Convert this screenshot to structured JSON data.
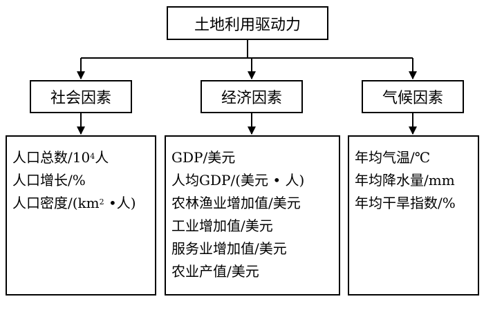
{
  "root": {
    "label": "土地利用驱动力"
  },
  "categories": [
    {
      "label": "社会因素",
      "items": [
        {
          "pre": "人口总数/10",
          "sup": "4",
          "post": "人"
        },
        {
          "pre": "人口增长/%",
          "sup": "",
          "post": ""
        },
        {
          "pre": "人口密度/(km",
          "sup": "2",
          "post": " •人)"
        }
      ]
    },
    {
      "label": "经济因素",
      "items": [
        {
          "pre": "GDP/美元",
          "sup": "",
          "post": ""
        },
        {
          "pre": "人均GDP/(美元 • 人)",
          "sup": "",
          "post": ""
        },
        {
          "pre": "农林渔业增加值/美元",
          "sup": "",
          "post": ""
        },
        {
          "pre": "工业增加值/美元",
          "sup": "",
          "post": ""
        },
        {
          "pre": "服务业增加值/美元",
          "sup": "",
          "post": ""
        },
        {
          "pre": "农业产值/美元",
          "sup": "",
          "post": ""
        }
      ]
    },
    {
      "label": "气候因素",
      "items": [
        {
          "pre": "年均气温/℃",
          "sup": "",
          "post": ""
        },
        {
          "pre": "年均降水量/mm",
          "sup": "",
          "post": ""
        },
        {
          "pre": "年均干旱指数/%",
          "sup": "",
          "post": ""
        }
      ]
    }
  ]
}
